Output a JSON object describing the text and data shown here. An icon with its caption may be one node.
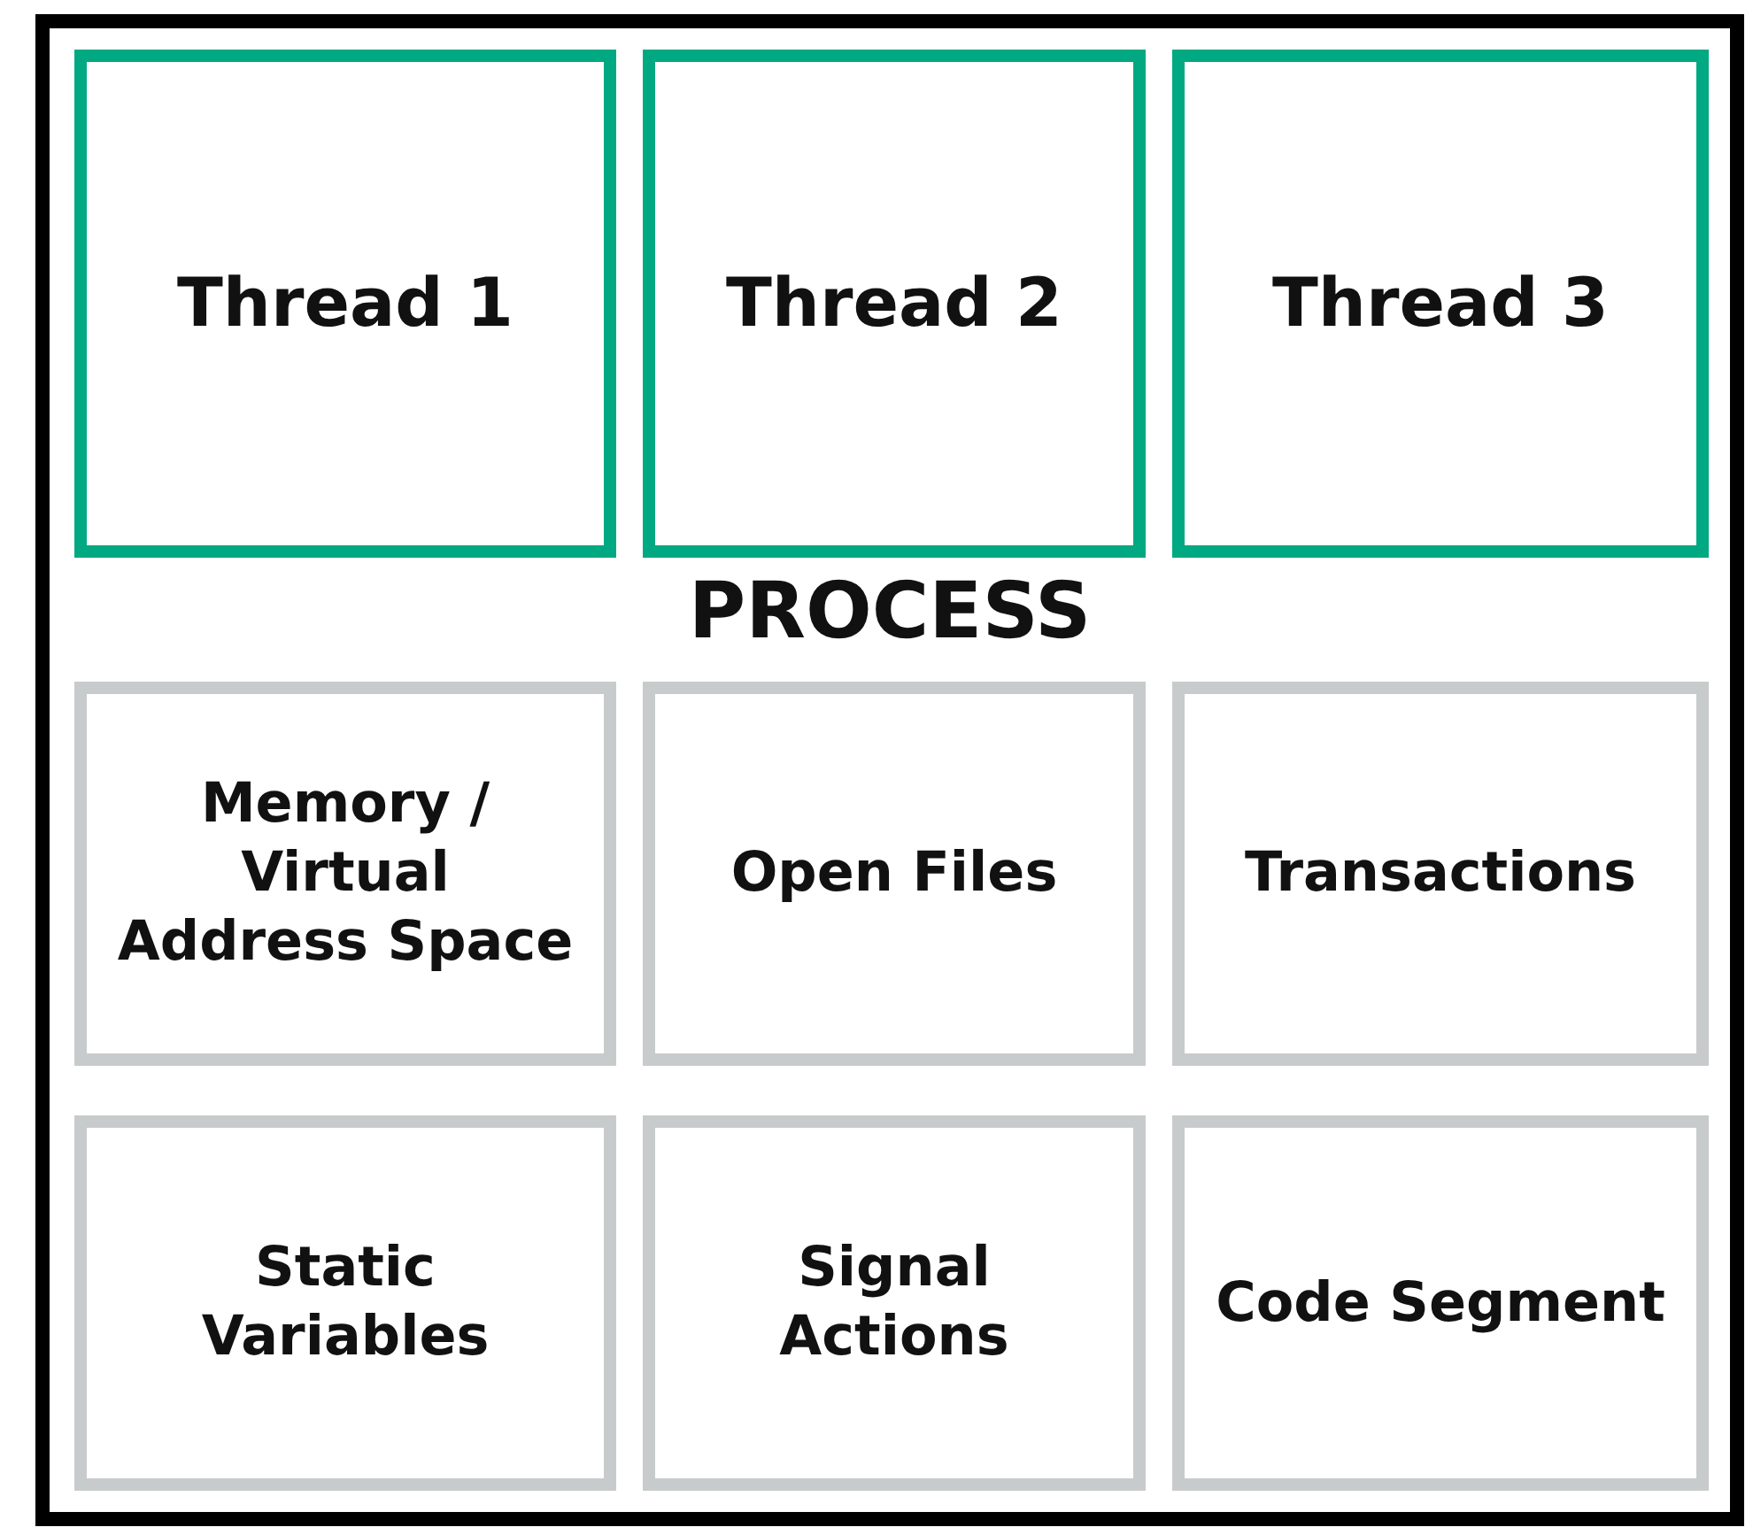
{
  "diagram": {
    "nodes": [
      {
        "text": [
          "PROCESS"
        ]
      },
      {
        "text": [
          "Thread 1"
        ],
        "in": 0
      },
      {
        "text": [
          "Thread 2"
        ],
        "in": 0
      },
      {
        "text": [
          "Thread 3"
        ],
        "in": 0
      },
      {
        "text": [
          "Memory / Virtual Address Space"
        ],
        "in": 0
      },
      {
        "text": [
          "Open Files"
        ],
        "in": 0
      },
      {
        "text": [
          "Transactions"
        ],
        "in": 0
      },
      {
        "text": [
          "Static Variables"
        ],
        "in": 0
      },
      {
        "text": [
          "Signal Actions"
        ],
        "in": 0
      },
      {
        "text": [
          "Code Segment"
        ],
        "in": 0
      }
    ]
  }
}
